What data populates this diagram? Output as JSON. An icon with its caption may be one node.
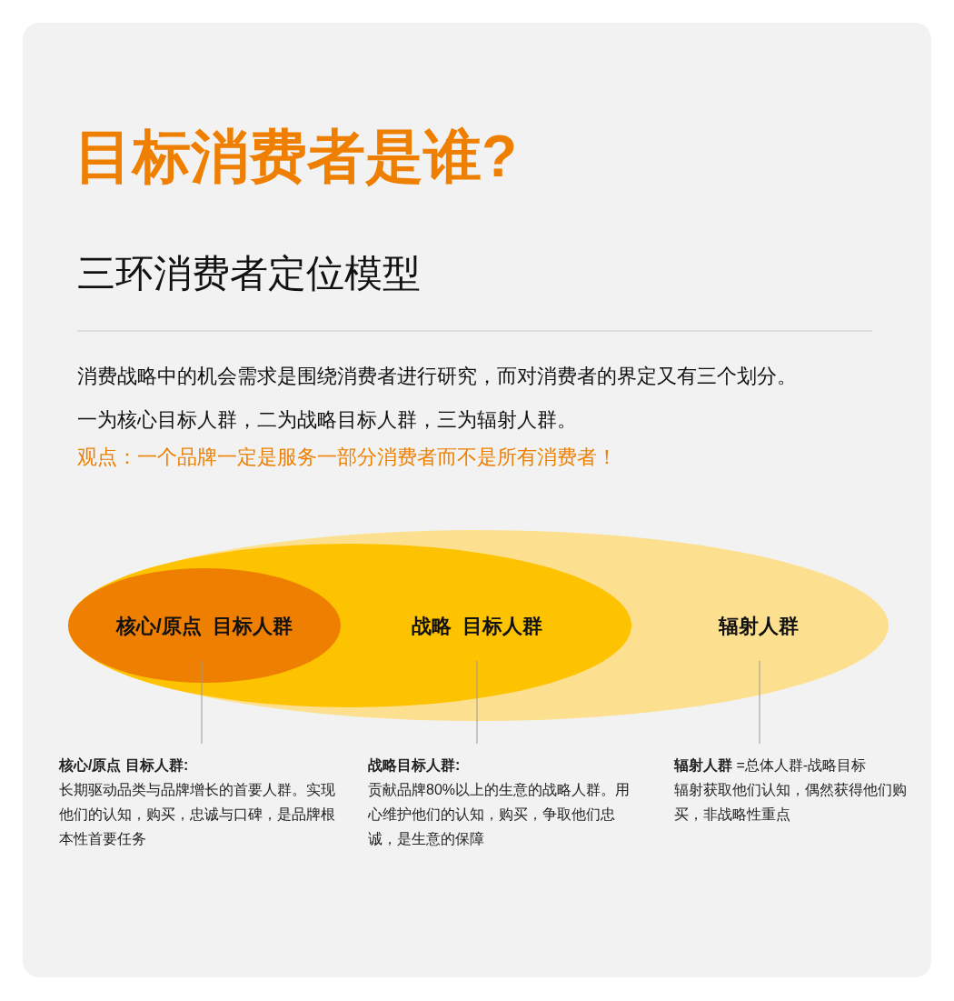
{
  "diagram": {
    "title": "目标消费者是谁?",
    "nodes": [
      {
        "text": [
          "辐射人群"
        ]
      },
      {
        "text": [
          "战略  目标人群"
        ],
        "in": 0
      },
      {
        "text": [
          "核心/原点  目标人群"
        ],
        "in": 1
      },
      {
        "text": [
          "核心/原点 目标人群:",
          "长期驱动品类与品牌增长的首要人群。实现他们的认知，购买，忠诚与口碑，是品牌根本性首要任务"
        ]
      },
      {
        "text": [
          "战略目标人群:",
          "贡献品牌80%以上的生意的战略人群。用心维护他们的认知，购买，争取他们忠诚，是生意的保障"
        ]
      },
      {
        "text": [
          "**辐射人群** =总体人群-战略目标",
          "辐射获取他们认知，偶然获得他们购买，非战略性重点"
        ]
      }
    ],
    "edges": [
      {
        "from": 3,
        "to": 2,
        "arrow": "none"
      },
      {
        "from": 4,
        "to": 1,
        "arrow": "none"
      },
      {
        "from": 5,
        "to": 0,
        "arrow": "none"
      }
    ],
    "labels": [
      "三环消费者定位模型",
      "消费战略中的机会需求是围绕消费者进行研究，而对消费者的界定又有三个划分。",
      "一为核心目标人群，二为战略目标人群，三为辐射人群。",
      "观点：一个品牌一定是服务一部分消费者而不是所有消费者！"
    ]
  }
}
